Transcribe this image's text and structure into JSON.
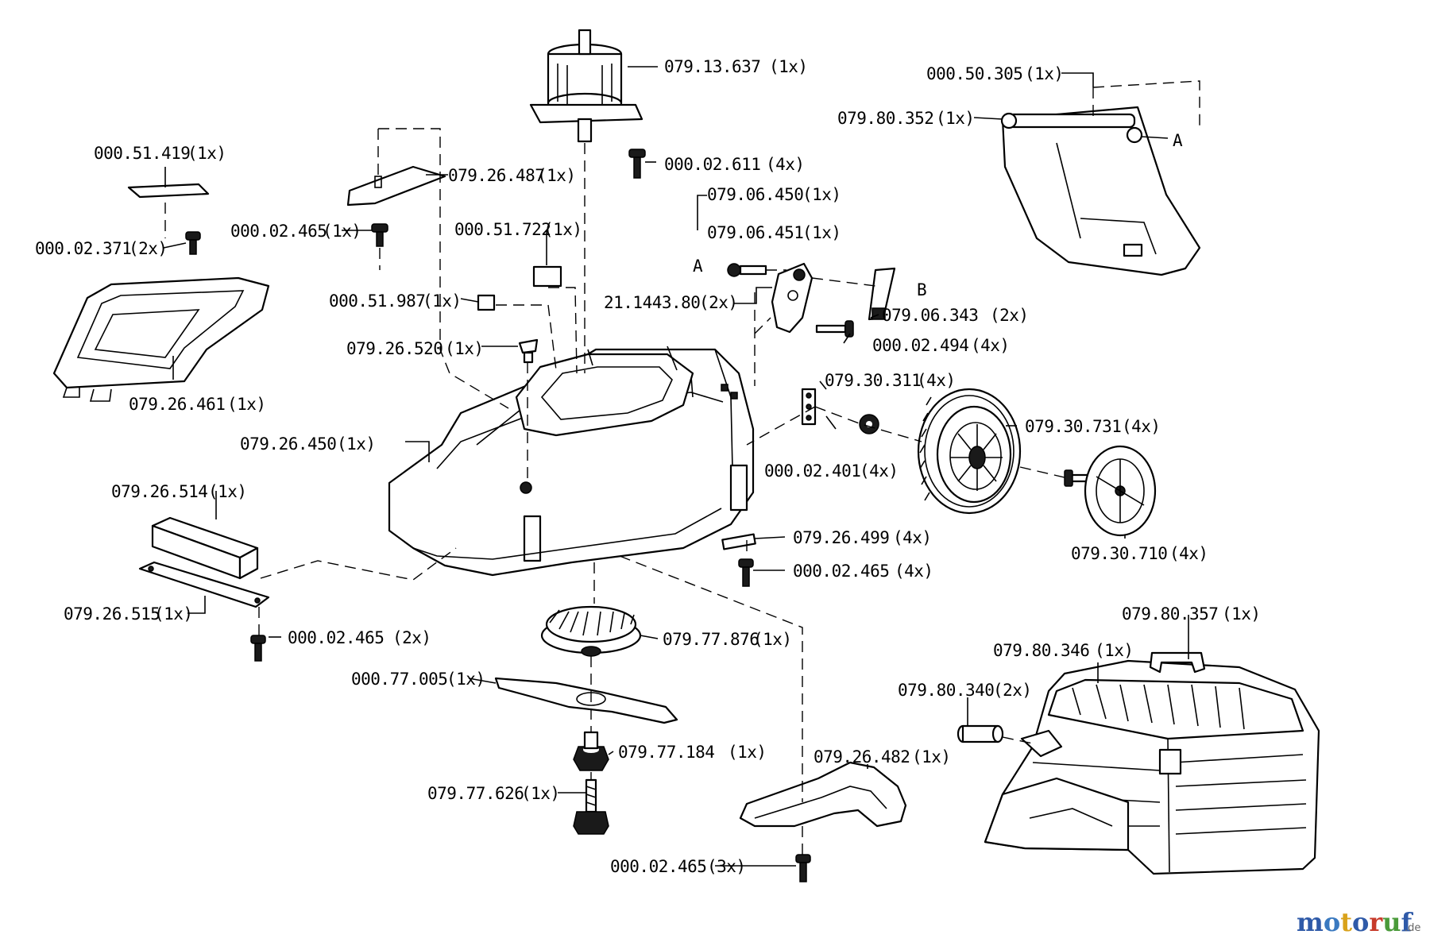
{
  "parts": [
    {
      "id": "p1",
      "number": "079.13.637",
      "qty": "(1x)"
    },
    {
      "id": "p2",
      "number": "000.50.305",
      "qty": "(1x)"
    },
    {
      "id": "p3",
      "number": "079.80.352",
      "qty": "(1x)"
    },
    {
      "id": "p4",
      "number": "000.51.419",
      "qty": "(1x)"
    },
    {
      "id": "p5",
      "number": "079.26.487",
      "qty": "(1x)"
    },
    {
      "id": "p6",
      "number": "000.02.611",
      "qty": "(4x)"
    },
    {
      "id": "p7",
      "number": "079.06.450",
      "qty": "(1x)"
    },
    {
      "id": "p8",
      "number": "079.06.451",
      "qty": "(1x)"
    },
    {
      "id": "p9",
      "number": "000.02.465",
      "qty": "(1x)"
    },
    {
      "id": "p10",
      "number": "000.51.722",
      "qty": "(1x)"
    },
    {
      "id": "p11",
      "number": "000.02.371",
      "qty": "(2x)"
    },
    {
      "id": "p12",
      "number": "21.1443.80",
      "qty": "(2x)"
    },
    {
      "id": "p13",
      "number": "000.51.987",
      "qty": "(1x)"
    },
    {
      "id": "p14",
      "number": "079.06.343",
      "qty": "(2x)"
    },
    {
      "id": "p15",
      "number": "079.26.520",
      "qty": "(1x)"
    },
    {
      "id": "p16",
      "number": "000.02.494",
      "qty": "(4x)"
    },
    {
      "id": "p17",
      "number": "079.26.461",
      "qty": "(1x)"
    },
    {
      "id": "p18",
      "number": "079.30.311",
      "qty": "(4x)"
    },
    {
      "id": "p19",
      "number": "079.30.731",
      "qty": "(4x)"
    },
    {
      "id": "p20",
      "number": "079.26.450",
      "qty": "(1x)"
    },
    {
      "id": "p21",
      "number": "000.02.401",
      "qty": "(4x)"
    },
    {
      "id": "p22",
      "number": "079.26.514",
      "qty": "(1x)"
    },
    {
      "id": "p23",
      "number": "079.26.499",
      "qty": "(4x)"
    },
    {
      "id": "p24",
      "number": "079.30.710",
      "qty": "(4x)"
    },
    {
      "id": "p25",
      "number": "000.02.465",
      "qty": "(4x)"
    },
    {
      "id": "p26",
      "number": "079.26.515",
      "qty": "(1x)"
    },
    {
      "id": "p27",
      "number": "000.02.465",
      "qty": "(2x)"
    },
    {
      "id": "p28",
      "number": "079.77.876",
      "qty": "(1x)"
    },
    {
      "id": "p29",
      "number": "079.80.357",
      "qty": "(1x)"
    },
    {
      "id": "p30",
      "number": "079.80.346",
      "qty": "(1x)"
    },
    {
      "id": "p31",
      "number": "000.77.005",
      "qty": "(1x)"
    },
    {
      "id": "p32",
      "number": "079.80.340",
      "qty": "(2x)"
    },
    {
      "id": "p33",
      "number": "079.77.184",
      "qty": "(1x)"
    },
    {
      "id": "p34",
      "number": "079.26.482",
      "qty": "(1x)"
    },
    {
      "id": "p35",
      "number": "079.77.626",
      "qty": "(1x)"
    },
    {
      "id": "p36",
      "number": "000.02.465",
      "qty": "(3x)"
    }
  ],
  "markers": {
    "a1": "A",
    "a2": "A",
    "b1": "B"
  },
  "watermark": {
    "main": "motoruf",
    "suffix": ".de"
  }
}
